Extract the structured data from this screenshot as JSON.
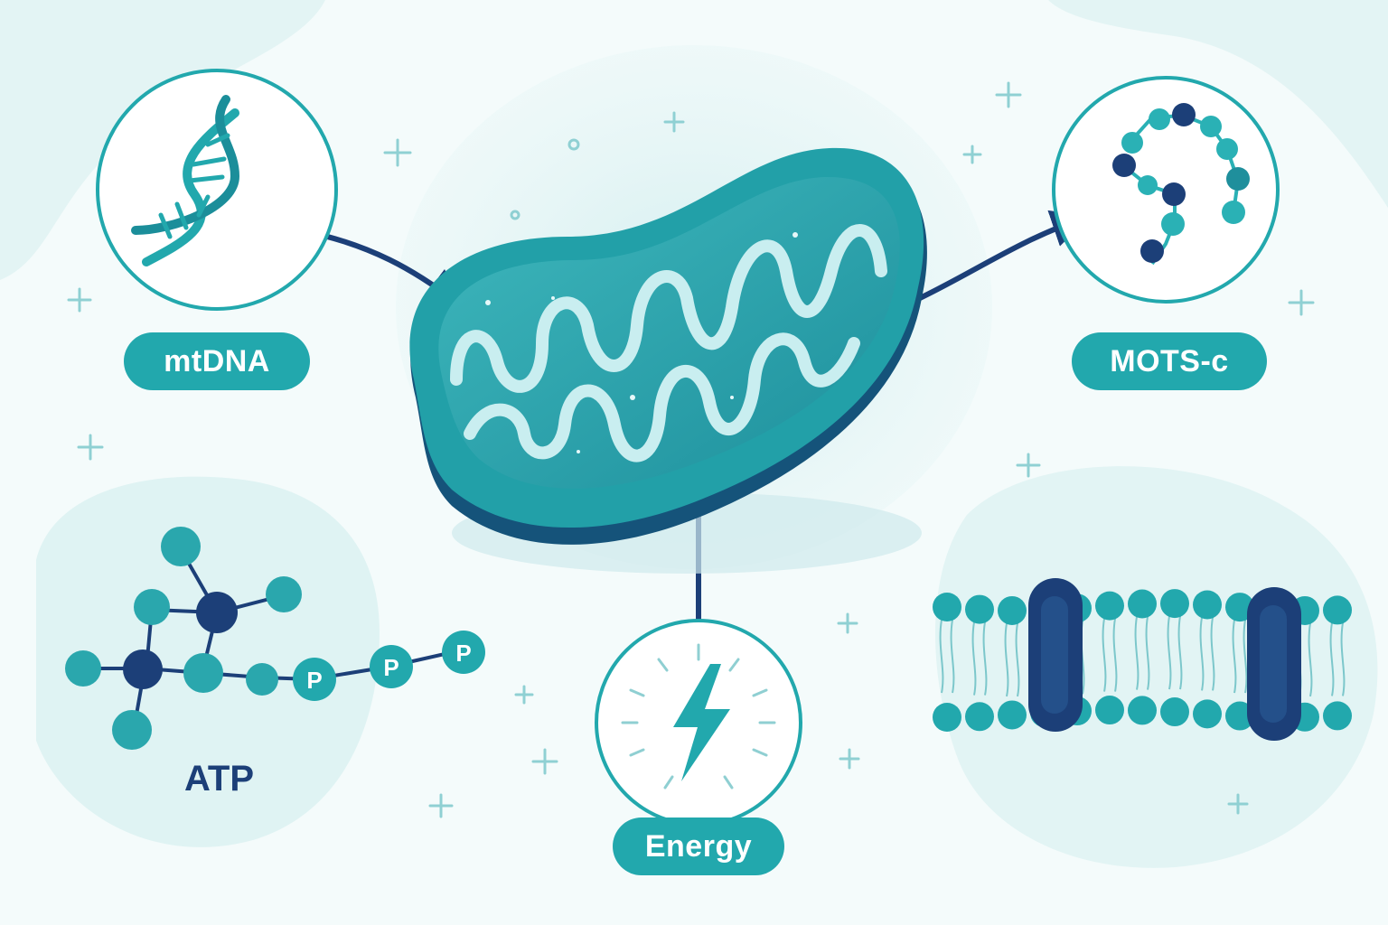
{
  "colors": {
    "teal": "#22a8ad",
    "navy": "#1c3f78",
    "light_teal": "#d6eff0",
    "background": "#f4fbfb"
  },
  "labels": {
    "mtdna": "mtDNA",
    "mots_c": "MOTS-c",
    "energy": "Energy",
    "atp": "ATP",
    "phosphate": "P"
  },
  "icons": {
    "center": "mitochondrion-icon",
    "mtdna": "dna-helix-icon",
    "mots_c": "peptide-chain-icon",
    "energy": "lightning-bolt-icon",
    "atp": "atp-molecule-icon",
    "membrane": "lipid-bilayer-icon"
  }
}
